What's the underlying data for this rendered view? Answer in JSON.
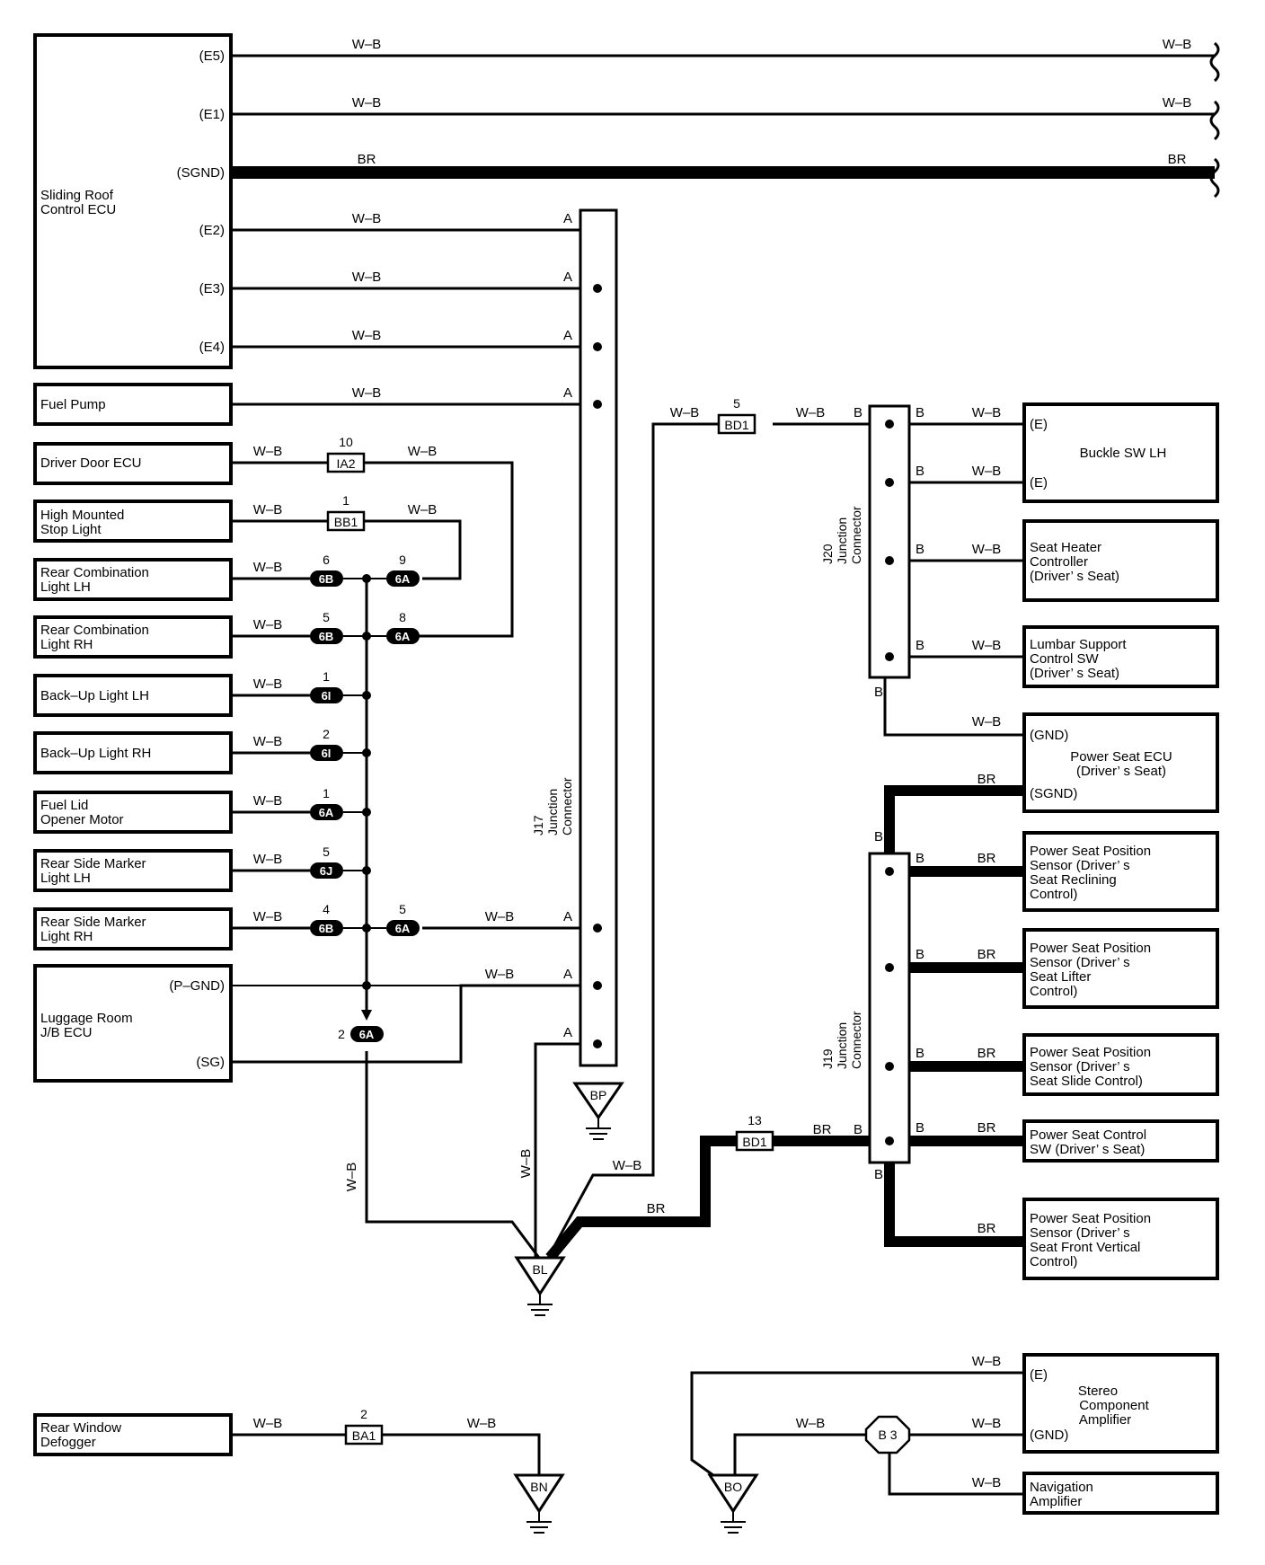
{
  "wire_colors": {
    "wb": "W–B",
    "br": "BR",
    "b": "B",
    "a": "A"
  },
  "components": {
    "sliding_roof": {
      "label_1": "Sliding Roof",
      "label_2": "Control ECU",
      "pins": [
        "(E5)",
        "(E1)",
        "(SGND)",
        "(E2)",
        "(E3)",
        "(E4)"
      ]
    },
    "fuel_pump": "Fuel Pump",
    "driver_door_ecu": "Driver Door ECU",
    "high_mounted": {
      "label_1": "High Mounted",
      "label_2": "Stop Light"
    },
    "rear_comb_lh": {
      "label_1": "Rear Combination",
      "label_2": "Light LH"
    },
    "rear_comb_rh": {
      "label_1": "Rear Combination",
      "label_2": "Light RH"
    },
    "backup_lh": "Back–Up Light LH",
    "backup_rh": "Back–Up Light RH",
    "fuel_lid": {
      "label_1": "Fuel Lid",
      "label_2": "Opener Motor"
    },
    "side_marker_lh": {
      "label_1": "Rear Side Marker",
      "label_2": "Light LH"
    },
    "side_marker_rh": {
      "label_1": "Rear Side Marker",
      "label_2": "Light RH"
    },
    "luggage_ecu": {
      "label_1": "Luggage Room",
      "label_2": "J/B ECU",
      "pin_pgnd": "(P–GND)",
      "pin_sg": "(SG)"
    },
    "rear_defogger": {
      "label_1": "Rear Window",
      "label_2": "Defogger"
    },
    "buckle_sw": {
      "label": "Buckle SW LH",
      "pin_1": "(E)",
      "pin_2": "(E)"
    },
    "seat_heater": {
      "label_1": "Seat Heater",
      "label_2": "Controller",
      "label_3": "(Driver’ s Seat)"
    },
    "lumbar": {
      "label_1": "Lumbar Support",
      "label_2": "Control SW",
      "label_3": "(Driver’ s Seat)"
    },
    "power_seat_ecu": {
      "label_1": "Power Seat ECU",
      "label_2": "(Driver’ s Seat)",
      "pin_gnd": "(GND)",
      "pin_sgnd": "(SGND)"
    },
    "pos_recline": {
      "label_1": "Power Seat Position",
      "label_2": "Sensor (Driver’ s",
      "label_3": "Seat Reclining",
      "label_4": "Control)"
    },
    "pos_lifter": {
      "label_1": "Power Seat Position",
      "label_2": "Sensor (Driver’ s",
      "label_3": "Seat Lifter",
      "label_4": "Control)"
    },
    "pos_slide": {
      "label_1": "Power Seat Position",
      "label_2": "Sensor (Driver’ s",
      "label_3": "Seat Slide Control)"
    },
    "ctrl_sw": {
      "label_1": "Power Seat Control",
      "label_2": "SW (Driver’ s Seat)"
    },
    "pos_front": {
      "label_1": "Power Seat Position",
      "label_2": "Sensor (Driver’ s",
      "label_3": "Seat Front Vertical",
      "label_4": "Control)"
    },
    "stereo": {
      "label_1": "Stereo",
      "label_2": "Component",
      "label_3": "Amplifier",
      "pin_e": "(E)",
      "pin_gnd": "(GND)"
    },
    "nav_amp": {
      "label_1": "Navigation",
      "label_2": "Amplifier"
    }
  },
  "junctions": {
    "j17": {
      "id": "J17",
      "line_1": "Junction",
      "line_2": "Connector"
    },
    "j20": {
      "id": "J20",
      "line_1": "Junction",
      "line_2": "Connector"
    },
    "j19": {
      "id": "J19",
      "line_1": "Junction",
      "line_2": "Connector"
    }
  },
  "connectors": {
    "ia2": {
      "code": "IA2",
      "pin": "10"
    },
    "bb1": {
      "code": "BB1",
      "pin": "1"
    },
    "bd1_top": {
      "code": "BD1",
      "pin": "5"
    },
    "bd1_bottom": {
      "code": "BD1",
      "pin": "13"
    },
    "ba1": {
      "code": "BA1",
      "pin": "2"
    },
    "c6b_6": {
      "code": "6B",
      "pin": "6"
    },
    "c6a_9": {
      "code": "6A",
      "pin": "9"
    },
    "c6b_5": {
      "code": "6B",
      "pin": "5"
    },
    "c6a_8": {
      "code": "6A",
      "pin": "8"
    },
    "c6i_1": {
      "code": "6I",
      "pin": "1"
    },
    "c6i_2": {
      "code": "6I",
      "pin": "2"
    },
    "c6a_1": {
      "code": "6A",
      "pin": "1"
    },
    "c6j_5": {
      "code": "6J",
      "pin": "5"
    },
    "c6b_4": {
      "code": "6B",
      "pin": "4"
    },
    "c6a_5": {
      "code": "6A",
      "pin": "5"
    },
    "c6a_2": {
      "code": "6A",
      "pin": "2"
    },
    "b3": "B 3"
  },
  "grounds": {
    "bp": "BP",
    "bl": "BL",
    "bn": "BN",
    "bo": "BO"
  }
}
